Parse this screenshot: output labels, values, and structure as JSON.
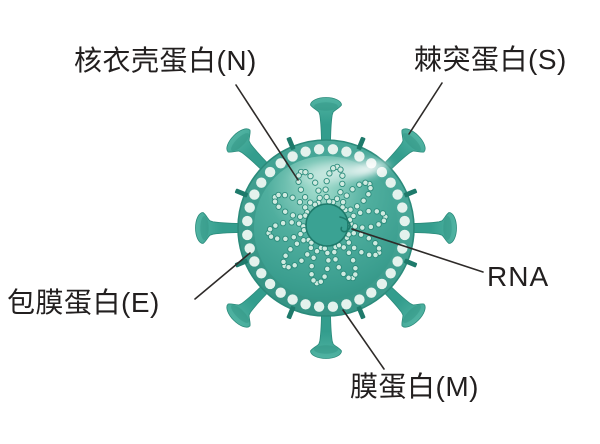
{
  "diagram": {
    "subject": "coronavirus-structure",
    "labels": {
      "nucleocapsid": {
        "text": "核衣壳蛋白(N)"
      },
      "spike": {
        "text": "棘突蛋白(S)"
      },
      "envelope": {
        "text": "包膜蛋白(E)"
      },
      "rna": {
        "text": "RNA"
      },
      "membrane": {
        "text": "膜蛋白(M)"
      }
    },
    "colors": {
      "background": "#FFFFFF",
      "virus_teal": "#3CA496",
      "virus_teal_dark": "#2B8B7B",
      "virus_teal_deep": "#1E7A6B",
      "band_light": "#4CAC9D",
      "band_dark": "#339182",
      "sphere_top": "#A6DECF",
      "sphere_mid": "#4FAE9E",
      "sphere_low": "#3B9E8F",
      "sphere_edge": "#2C8C7C",
      "spike_light": "#56B7A6",
      "spike_mid": "#339D8D",
      "dot_mint": "#E4F2ED",
      "bead_fill": "#CFEAE0",
      "center_fill": "#3AA293",
      "line_color": "#2E2B29",
      "text_color": "#221F1F"
    },
    "structure": {
      "spike_count": 8,
      "tick_count": 8,
      "membrane_dot_count": 36,
      "petal_count": 10,
      "beads_per_petal": 13
    }
  }
}
